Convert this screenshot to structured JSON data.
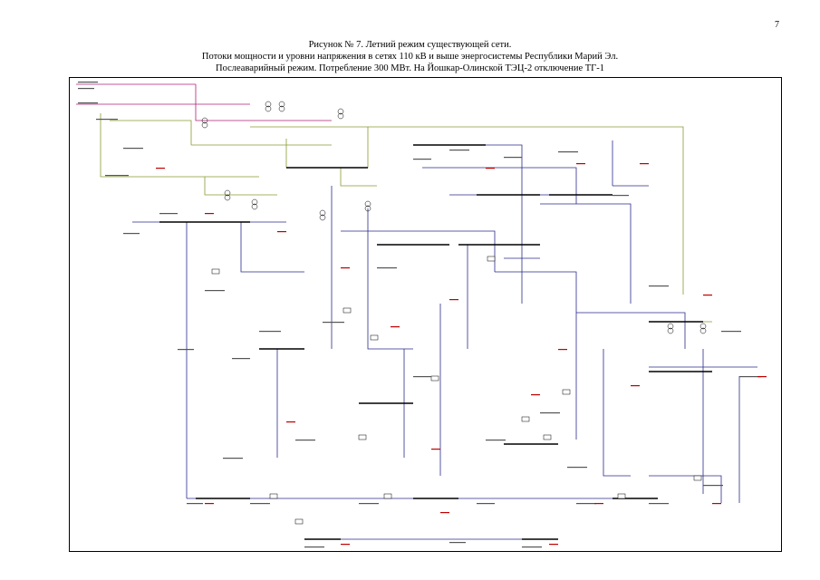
{
  "page": {
    "number": "7"
  },
  "caption": {
    "line1": "Рисунок № 7. Летний режим существующей сети.",
    "line2": "Потоки мощности и уровни напряжения в сетях 110 кВ и выше энергосистемы Республики Марий Эл.",
    "line3": "Послеаварийный режим. Потребление 300 МВт. На Йошкар-Олинской ТЭЦ-2 отключение ТГ-1"
  },
  "colors": {
    "line_110kv": "#2a2a8c",
    "line_220kv": "#8a9a30",
    "line_500kv": "#b0207a",
    "flow_label": "#c00000",
    "bus": "#000000"
  }
}
